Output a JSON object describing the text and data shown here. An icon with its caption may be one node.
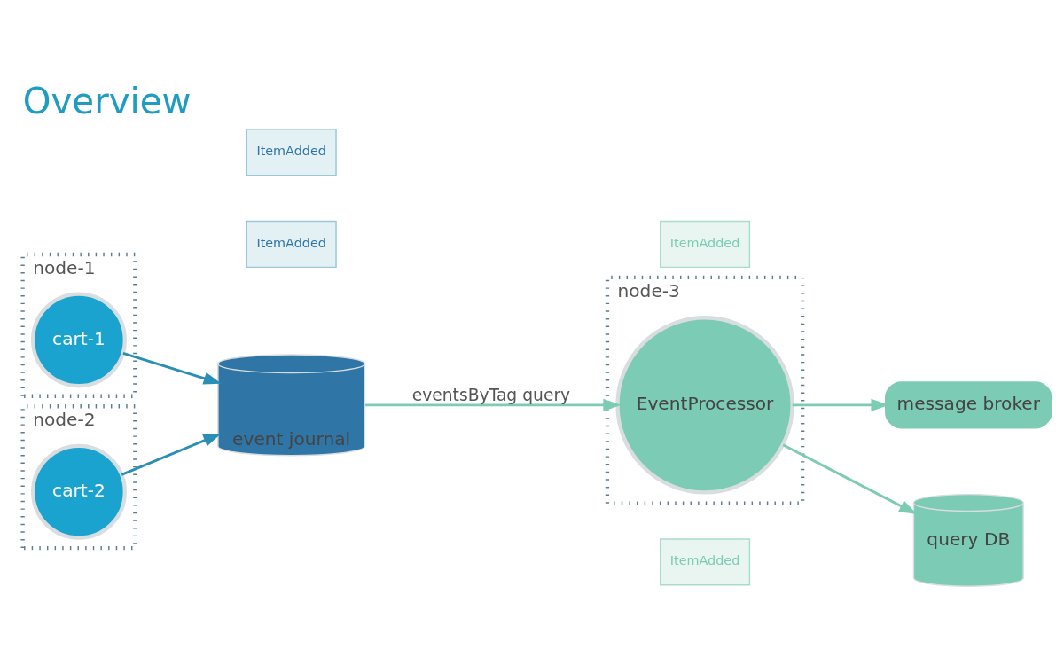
{
  "diagram": {
    "title": "Overview",
    "nodes": [
      {
        "text": [
          "node-1"
        ]
      },
      {
        "text": [
          "cart-1"
        ],
        "in": 0
      },
      {
        "text": [
          "node-2"
        ]
      },
      {
        "text": [
          "cart-2"
        ],
        "in": 2
      },
      {
        "text": [
          "event journal"
        ]
      },
      {
        "text": [
          "node-3"
        ]
      },
      {
        "text": [
          "EventProcessor"
        ],
        "in": 5
      },
      {
        "text": [
          "query DB"
        ]
      },
      {
        "text": [
          "message broker"
        ]
      },
      {
        "text": [
          "ItemAdded"
        ]
      },
      {
        "text": [
          "ItemAdded"
        ]
      },
      {
        "text": [
          "ItemAdded"
        ]
      },
      {
        "text": [
          "ItemAdded"
        ]
      }
    ],
    "edges": [
      {
        "from": 1,
        "to": 4,
        "arrow": "to",
        "color": "#2a8fb5"
      },
      {
        "from": 3,
        "to": 4,
        "arrow": "to",
        "color": "#2a8fb5"
      },
      {
        "from": 4,
        "to": 6,
        "arrow": "to",
        "label": "eventsByTag query"
      },
      {
        "from": 6,
        "to": 7,
        "arrow": "to"
      },
      {
        "from": 6,
        "to": 8,
        "arrow": "to"
      }
    ]
  }
}
